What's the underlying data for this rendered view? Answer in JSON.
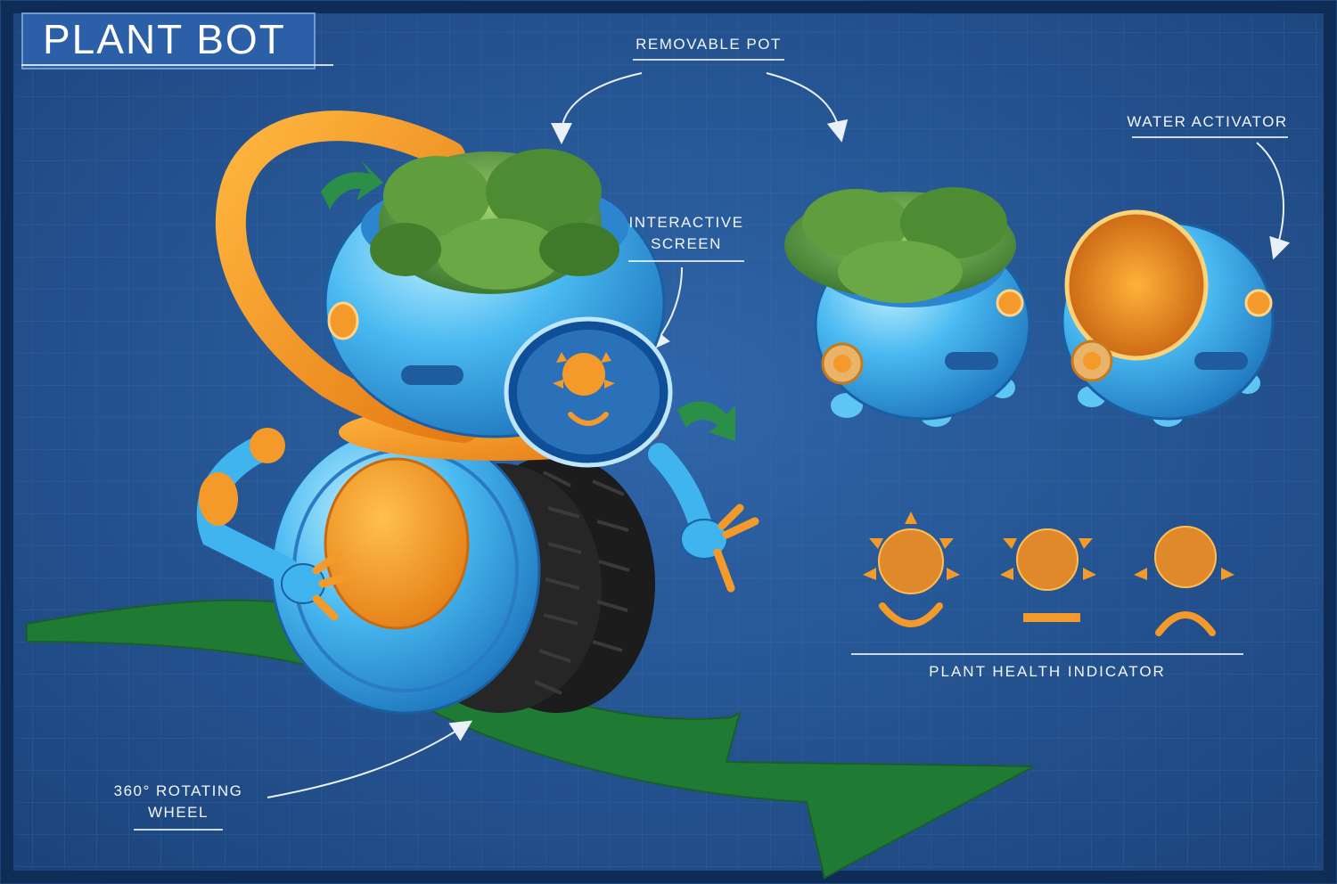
{
  "title": "PLANT BOT",
  "callouts": {
    "removable_pot": "REMOVABLE POT",
    "water_activator": "WATER ACTIVATOR",
    "interactive_screen": [
      "INTERACTIVE",
      "SCREEN"
    ],
    "rotating_wheel": [
      "360° ROTATING",
      "WHEEL"
    ],
    "plant_health_indicator": "PLANT HEALTH INDICATOR"
  },
  "health_states": [
    {
      "state": "happy",
      "icon": "happy-sun-icon"
    },
    {
      "state": "neutral",
      "icon": "neutral-sun-icon"
    },
    {
      "state": "sad",
      "icon": "sad-sun-icon"
    }
  ],
  "colors": {
    "background": "#1f4c8a",
    "grid": "#3b6aa8",
    "robot_blue": "#3fb4ef",
    "accent_orange": "#f39a2a",
    "leaf_green": "#4f8f36",
    "arrow_green": "#1f7a34",
    "tire": "#1c1c1c",
    "label_text": "#f2f6fb"
  }
}
